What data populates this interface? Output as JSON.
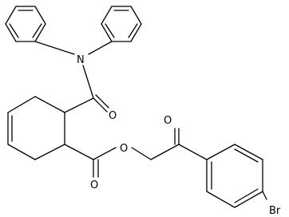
{
  "molecule": {
    "atom_labels": {
      "nitrogen": "N",
      "amide_oxygen": "O",
      "ester_carbonyl_oxygen": "O",
      "ester_link_oxygen": "O",
      "ketone_oxygen": "O",
      "bromine": "Br"
    },
    "colors": {
      "bond": "#000000",
      "label": "#000000",
      "background": "#ffffff"
    }
  }
}
